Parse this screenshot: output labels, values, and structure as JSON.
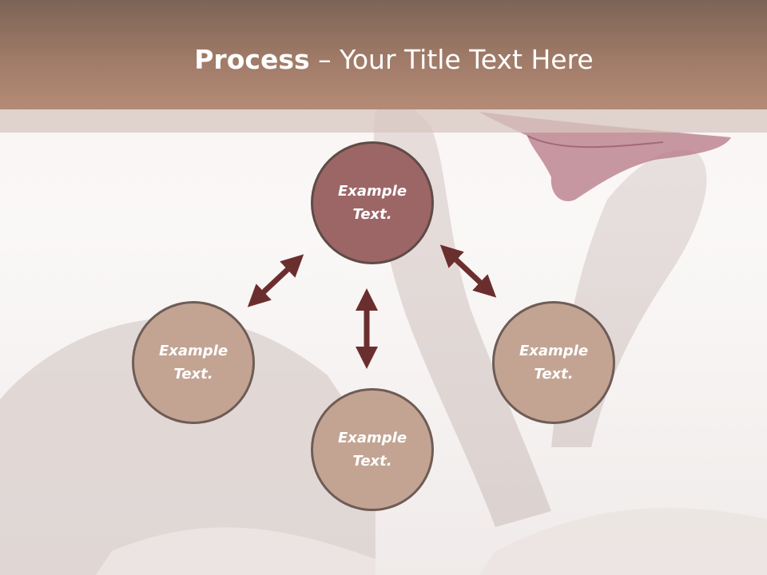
{
  "slide": {
    "title_bold": "Process",
    "title_rest": " – Your Title Text Here"
  },
  "diagram": {
    "nodes": [
      {
        "id": "top",
        "label": "Example Text."
      },
      {
        "id": "left",
        "label": "Example Text."
      },
      {
        "id": "bottom",
        "label": "Example Text."
      },
      {
        "id": "right",
        "label": "Example Text."
      }
    ],
    "connectors": [
      {
        "from": "top",
        "to": "left",
        "type": "double-arrow"
      },
      {
        "from": "top",
        "to": "bottom",
        "type": "double-arrow"
      },
      {
        "from": "top",
        "to": "right",
        "type": "double-arrow"
      }
    ]
  },
  "colors": {
    "title_bar": "#a98370",
    "top_node": "#9c6666",
    "side_nodes": "#c3a493",
    "node_border": "#5f4b45",
    "arrows": "#6b2e2e"
  },
  "icons": [
    "double-arrow-icon"
  ]
}
